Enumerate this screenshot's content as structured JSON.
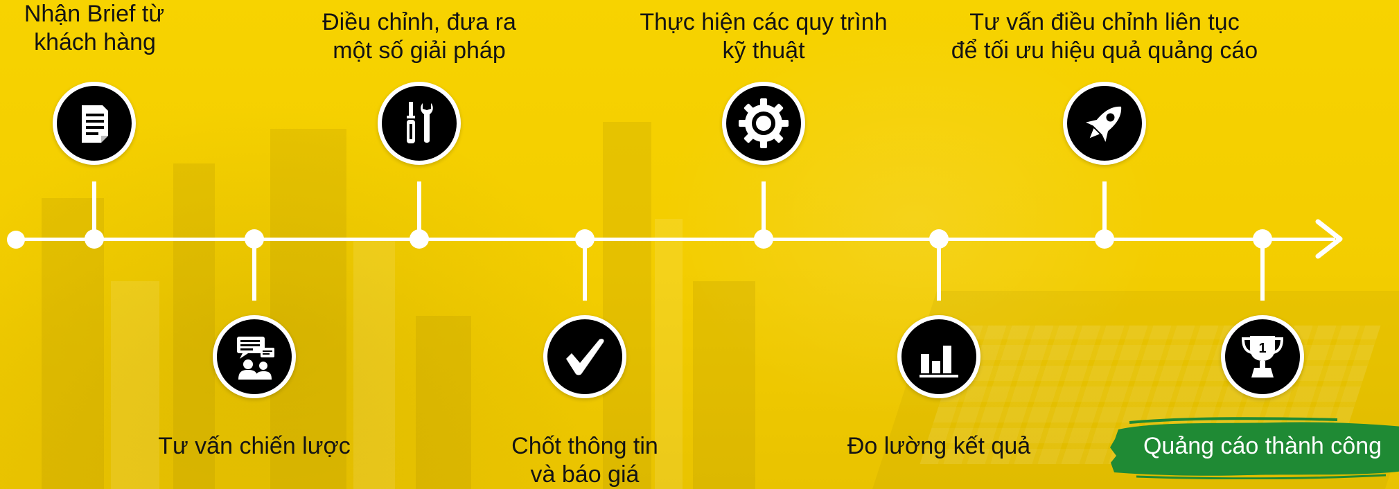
{
  "colors": {
    "background": "#f6d000",
    "line": "#ffffff",
    "icon_bg": "#000000",
    "text": "#141414",
    "highlight": "#1f8a34",
    "highlight_text": "#ffffff"
  },
  "steps": [
    {
      "lines": [
        "Nhận Brief từ",
        "khách hàng"
      ],
      "icon": "document-icon",
      "position": "above"
    },
    {
      "lines": [
        "Tư vấn chiến lược"
      ],
      "icon": "consulting-icon",
      "position": "below"
    },
    {
      "lines": [
        "Điều chỉnh, đưa ra",
        "một số giải pháp"
      ],
      "icon": "tools-icon",
      "position": "above"
    },
    {
      "lines": [
        "Chốt thông tin",
        "và báo giá"
      ],
      "icon": "checkmark-icon",
      "position": "below"
    },
    {
      "lines": [
        "Thực hiện các quy trình",
        "kỹ thuật"
      ],
      "icon": "gear-icon",
      "position": "above"
    },
    {
      "lines": [
        "Đo lường kết quả"
      ],
      "icon": "bar-chart-icon",
      "position": "below"
    },
    {
      "lines": [
        "Tư vấn điều chỉnh liên tục",
        "để tối ưu hiệu quả quảng cáo"
      ],
      "icon": "rocket-icon",
      "position": "above"
    },
    {
      "lines": [
        "Quảng cáo thành công"
      ],
      "icon": "trophy-icon",
      "position": "below",
      "trophy_number": "1"
    }
  ]
}
